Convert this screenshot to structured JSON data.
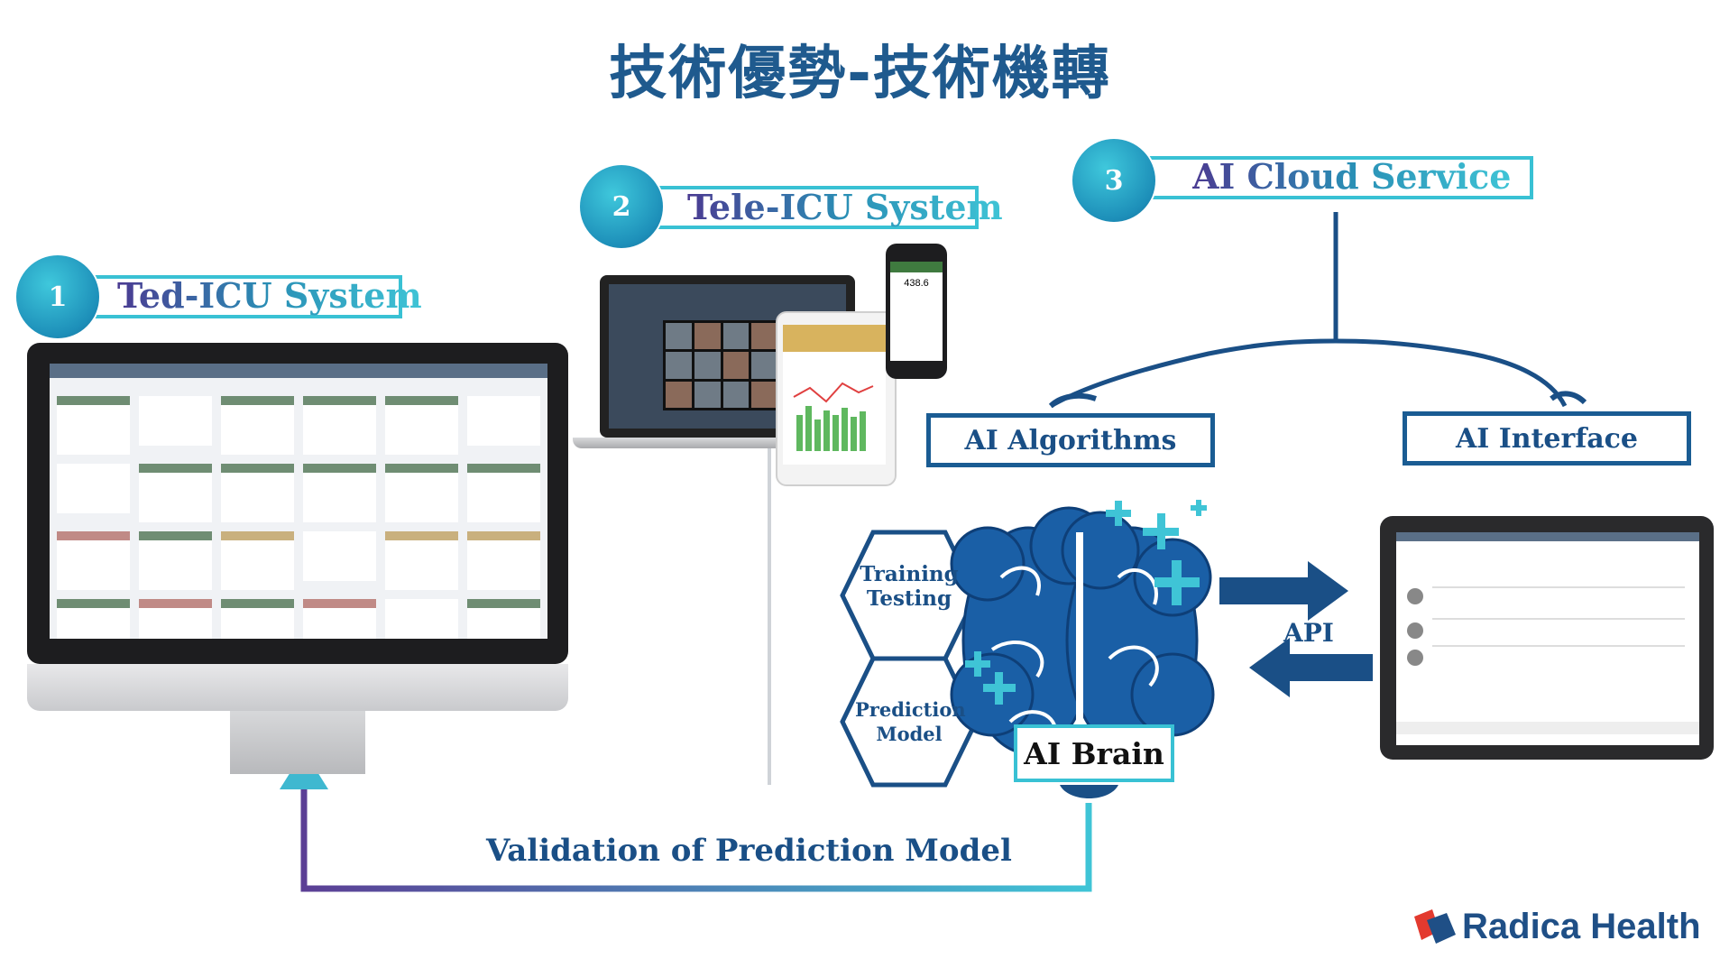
{
  "title": "技術優勢-技術機轉",
  "steps": [
    {
      "number": "1",
      "label": "Ted-ICU System"
    },
    {
      "number": "2",
      "label": "Tele-ICU System"
    },
    {
      "number": "3",
      "label": "AI Cloud Service"
    }
  ],
  "ai_algorithms_label": "AI  Algorithms",
  "ai_interface_label": "AI  Interface",
  "hex_training": "Training\nTesting",
  "hex_training_line1": "Training",
  "hex_training_line2": "Testing",
  "hex_prediction_line1": "Prediction",
  "hex_prediction_line2": "Model",
  "ai_brain_label": "AI Brain",
  "api_label": "API",
  "validation_label": "Validation of Prediction Model",
  "brand": "Radica Health",
  "phone_value": "438.6",
  "colors": {
    "title": "#1f5a8e",
    "accent": "#39c1d4",
    "dark_blue": "#1a5c93",
    "arrow_gradient_start": "#5b3f95",
    "arrow_gradient_end": "#3fc4d6"
  }
}
